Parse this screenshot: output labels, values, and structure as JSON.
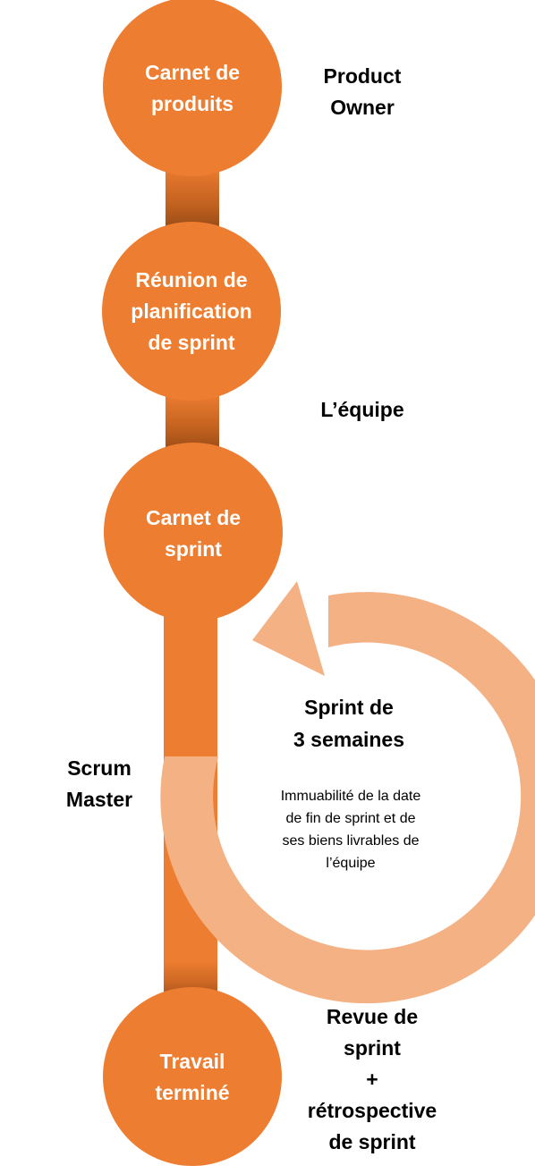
{
  "colors": {
    "primary_orange": "#ED7D31",
    "light_orange": "#F4B183",
    "text_on_orange": "#FFFFFF",
    "text": "#000000"
  },
  "steps": [
    {
      "label": "Carnet de\nproduits"
    },
    {
      "label": "Réunion de\nplanification\nde sprint"
    },
    {
      "label": "Carnet de\nsprint"
    },
    {
      "label": "Travail\nterminé"
    }
  ],
  "roles": {
    "product_owner": "Product\nOwner",
    "team": "L’équipe",
    "scrum_master": "Scrum\nMaster",
    "review": "Revue de\nsprint\n+\nrétrospective\nde sprint"
  },
  "sprint_cycle": {
    "title": "Sprint de\n3 semaines",
    "description": "Immuabilité de la date\nde fin de sprint et de\nses biens livrables de\nl’équipe"
  }
}
